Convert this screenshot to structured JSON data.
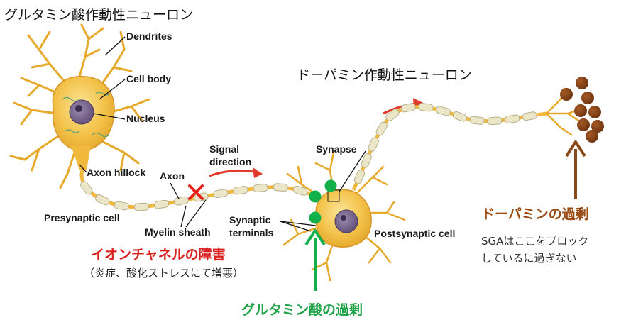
{
  "titles": {
    "glutamate_neuron": "グルタミン酸作動性ニューロン",
    "dopamine_neuron": "ドーパミン作動性ニューロン"
  },
  "labels": {
    "dendrites": "Dendrites",
    "cell_body": "Cell body",
    "nucleus": "Nucleus",
    "axon_hillock": "Axon hillock",
    "axon": "Axon",
    "signal_direction_1": "Signal",
    "signal_direction_2": "direction",
    "presynaptic_cell": "Presynaptic cell",
    "myelin_sheath": "Myelin sheath",
    "synapse": "Synapse",
    "synaptic_terminals_1": "Synaptic",
    "synaptic_terminals_2": "terminals",
    "postsynaptic_cell": "Postsynaptic cell"
  },
  "annotations": {
    "ion_channel_title": "イオンチャネルの障害",
    "ion_channel_sub": "（炎症、酸化ストレスにて増悪）",
    "glutamate_excess": "グルタミン酸の過剰",
    "dopamine_excess": "ドーパミンの過剰",
    "sga_note_1": "SGAはここをブロック",
    "sga_note_2": "しているに過ぎない"
  },
  "colors": {
    "block_x": "#e8231b",
    "glutamate_green": "#12b04a",
    "dopamine_brown": "#8a4a18",
    "signal_arrow": "#e03b2a",
    "cell_body": "#f3c24a",
    "myelin": "#ece6c8"
  },
  "icons": {
    "block": "red-x-icon",
    "glutamate": "green-dot-icon",
    "dopamine": "brown-dot-icon"
  }
}
